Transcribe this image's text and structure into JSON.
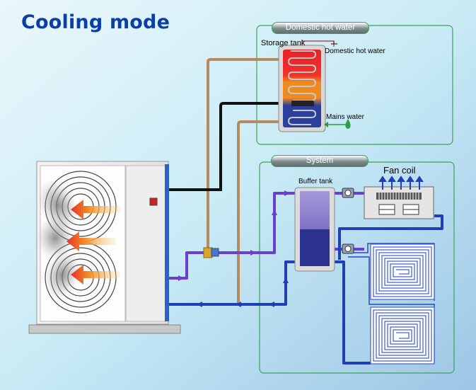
{
  "title": "Cooling mode",
  "domestic": {
    "heading": "Domestic hot water",
    "storage_tank_label": "Storage tank",
    "hot_water_label": "Domestic hot water",
    "mains_label": "Mains water"
  },
  "system": {
    "heading": "System",
    "buffer_tank_label": "Buffer tank",
    "fan_coil_label": "Fan coil"
  },
  "colors": {
    "title": "#0a3fa8",
    "panel_border": "#3aa356",
    "pipe_brown": "#b58a5c",
    "pipe_blue": "#1f3fb5",
    "pipe_purple": "#6a3fd0",
    "tank_hot": "#e8202a",
    "tank_mid": "#ef8a1f",
    "tank_cold": "#2c3f9e"
  }
}
